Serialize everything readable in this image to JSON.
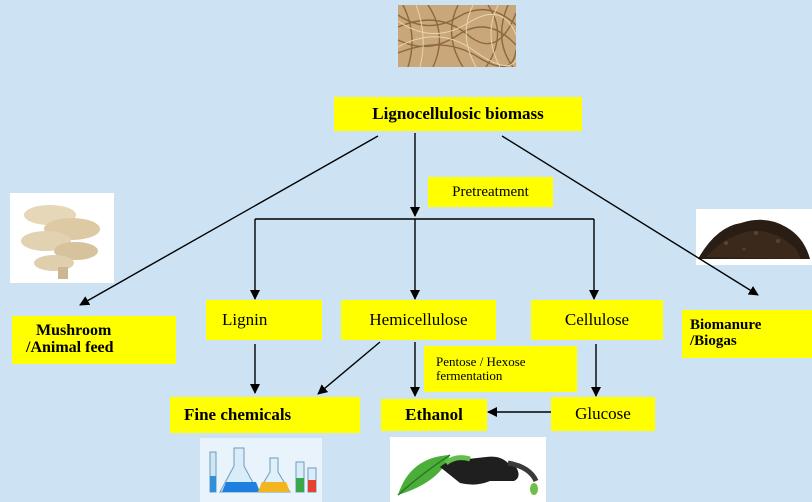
{
  "nodes": {
    "biomass": "Lignocellulosic biomass",
    "pretreatment": "Pretreatment",
    "lignin": "Lignin",
    "hemicellulose": "Hemicellulose",
    "cellulose": "Cellulose",
    "mushroom_line1": "Mushroom",
    "mushroom_line2": "/Animal feed",
    "biomanure_line1": "Biomanure",
    "biomanure_line2": "/Biogas",
    "fermentation_line1": "Pentose / Hexose",
    "fermentation_line2": "fermentation",
    "fine_chemicals": "Fine chemicals",
    "ethanol": "Ethanol",
    "glucose": "Glucose"
  },
  "colors": {
    "background": "#cde3f3",
    "box": "#ffff00",
    "arrow": "#000000"
  },
  "icons": {
    "straw": "straw-biomass-photo",
    "mushroom": "oyster-mushroom-photo",
    "soil": "compost-soil-photo",
    "flasks": "chemistry-flasks-photo",
    "fuel": "fuel-nozzle-leaf-photo"
  }
}
